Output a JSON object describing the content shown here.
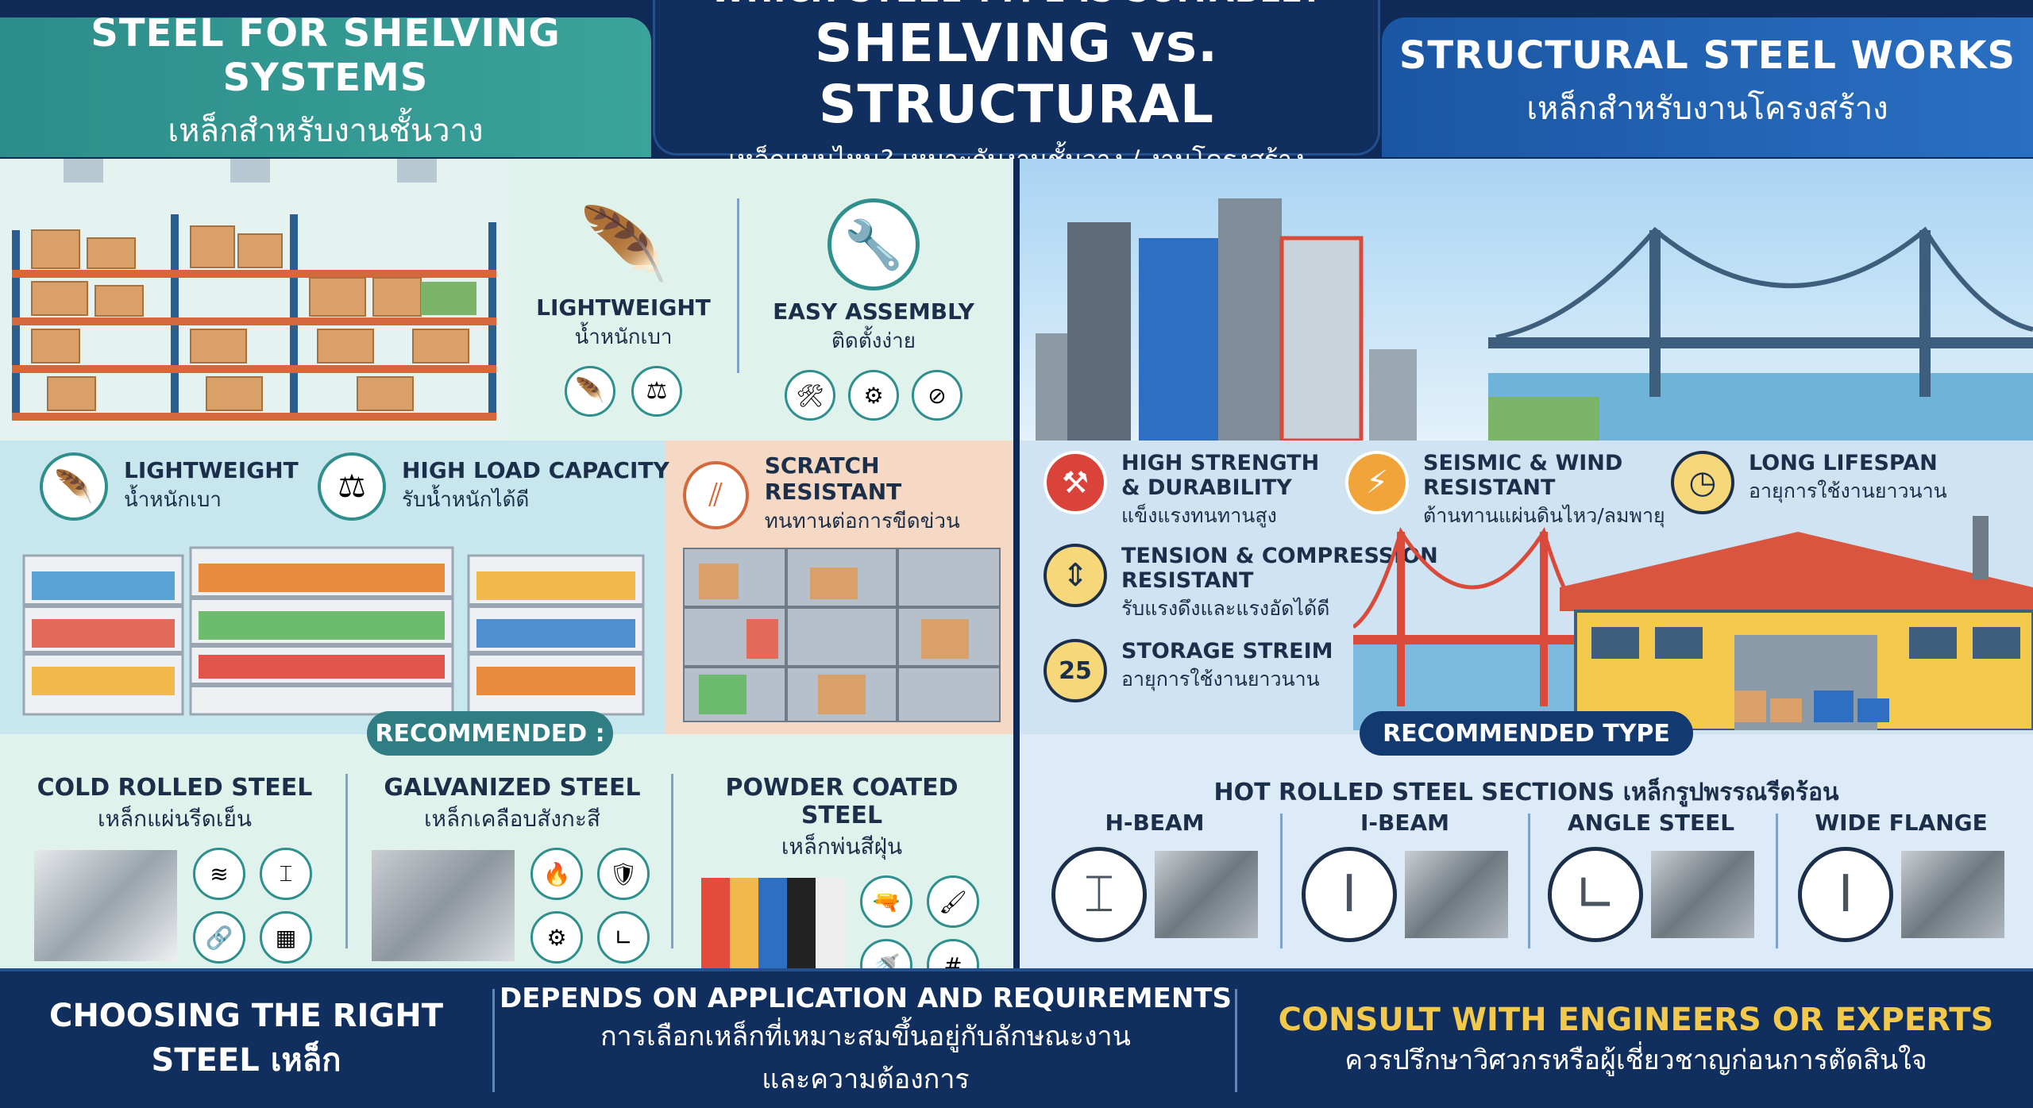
{
  "header": {
    "left_title": "STEEL FOR SHELVING SYSTEMS",
    "left_subtitle": "เหล็กสำหรับงานชั้นวาง",
    "center_question": "WHICH STEEL TYPE IS SUITABLE?",
    "center_title": "SHELVING vs. STRUCTURAL",
    "center_subtitle": "เหล็กแบบไหน? เหมาะกับงานชั้นวาง / งานโครงสร้าง",
    "right_title": "STRUCTURAL STEEL WORKS",
    "right_subtitle": "เหล็กสำหรับงานโครงสร้าง"
  },
  "shelving": {
    "feature_top": [
      {
        "title": "LIGHTWEIGHT",
        "thai": "น้ำหนักเบา"
      },
      {
        "title": "EASY ASSEMBLY",
        "thai": "ติดตั้งง่าย"
      }
    ],
    "feature_mid": [
      {
        "title": "LIGHTWEIGHT",
        "thai": "น้ำหนักเบา"
      },
      {
        "title": "HIGH LOAD CAPACITY",
        "thai": "รับน้ำหนักได้ดี"
      },
      {
        "title": "SCRATCH RESISTANT",
        "thai": "ทนทานต่อการขีดข่วน"
      }
    ],
    "recommended_label": "RECOMMENDED :",
    "types": [
      {
        "title": "COLD ROLLED STEEL",
        "thai": "เหล็กแผ่นรีดเย็น"
      },
      {
        "title": "GALVANIZED STEEL",
        "thai": "เหล็กเคลือบสังกะสี"
      },
      {
        "title": "POWDER COATED STEEL",
        "thai": "เหล็กพ่นสีฝุ่น"
      }
    ]
  },
  "structural": {
    "features": [
      {
        "title": "HIGH STRENGTH",
        "title2": "& DURABILITY",
        "thai": "แข็งแรงทนทานสูง"
      },
      {
        "title": "SEISMIC & WIND",
        "title2": "RESISTANT",
        "thai": "ต้านทานแผ่นดินไหว/ลมพายุ"
      },
      {
        "title": "LONG LIFESPAN",
        "title2": "",
        "thai": "อายุการใช้งานยาวนาน"
      },
      {
        "title": "TENSION & COMPRESSION",
        "title2": "RESISTANT",
        "thai": "รับแรงดึงและแรงอัดได้ดี"
      },
      {
        "title": "STORAGE STREIM",
        "title2": "",
        "thai": "อายุการใช้งานยาวนาน"
      }
    ],
    "lifespan_number": "25",
    "recommended_label": "RECOMMENDED TYPE",
    "sections_title": "HOT ROLLED STEEL SECTIONS  เหล็กรูปพรรณรีดร้อน",
    "sections": [
      "H-BEAM",
      "I-BEAM",
      "ANGLE STEEL",
      "WIDE FLANGE"
    ]
  },
  "footer": {
    "left_line1": "CHOOSING THE RIGHT",
    "left_line2": "STEEL เหล็ก",
    "mid_line1": "DEPENDS ON APPLICATION AND REQUIREMENTS",
    "mid_line2": "การเลือกเหล็กที่เหมาะสมขึ้นอยู่กับลักษณะงาน",
    "mid_line3": "และความต้องการ",
    "right_line1": "CONSULT WITH ENGINEERS OR EXPERTS",
    "right_line2": "ควรปรึกษาวิศวกรหรือผู้เชี่ยวชาญก่อนการตัดสินใจ"
  },
  "colors": {
    "teal_header": "#2f8f8c",
    "navy": "#123a70",
    "blue_header": "#1f5fae",
    "gold": "#f2c94c"
  }
}
